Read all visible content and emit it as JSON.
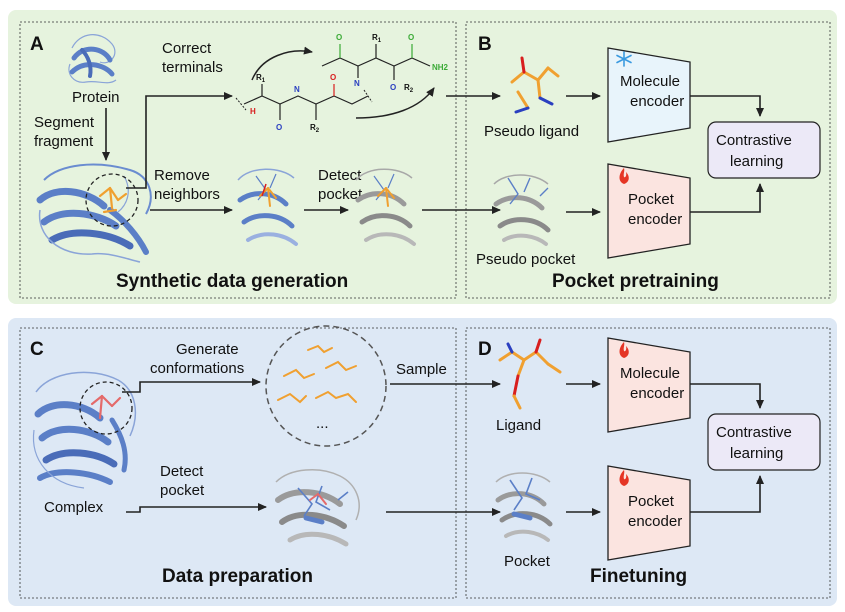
{
  "panels": {
    "A": "A",
    "B": "B",
    "C": "C",
    "D": "D"
  },
  "top": {
    "protein_label": "Protein",
    "segment_label": [
      "Segment",
      "fragment"
    ],
    "correct_label": [
      "Correct",
      "terminals"
    ],
    "remove_label": [
      "Remove",
      "neighbors"
    ],
    "detect_label": [
      "Detect",
      "pocket"
    ],
    "section_title": "Synthetic data generation",
    "pseudo_ligand": "Pseudo ligand",
    "pseudo_pocket": "Pseudo pocket",
    "molecule_encoder": [
      "Molecule",
      "encoder"
    ],
    "pocket_encoder": [
      "Pocket",
      "encoder"
    ],
    "contrastive": [
      "Contrastive",
      "learning"
    ],
    "pretrain_title": "Pocket pretraining",
    "molecule_icon": "snowflake-icon",
    "pocket_icon": "flame-icon"
  },
  "chem": {
    "r1": "R",
    "r1_sub": "1",
    "r2": "R",
    "r2_sub": "2",
    "nh": "H",
    "n": "N",
    "o": "O",
    "nh2": "NH2"
  },
  "bottom": {
    "generate_label": [
      "Generate",
      "conformations"
    ],
    "sample_label": "Sample",
    "ellipsis": "...",
    "complex_label": "Complex",
    "detect_label": [
      "Detect",
      "pocket"
    ],
    "section_title": "Data preparation",
    "ligand_label": "Ligand",
    "pocket_label": "Pocket",
    "molecule_encoder": [
      "Molecule",
      "encoder"
    ],
    "pocket_encoder": [
      "Pocket",
      "encoder"
    ],
    "contrastive": [
      "Contrastive",
      "learning"
    ],
    "finetune_title": "Finetuning",
    "molecule_icon": "flame-icon",
    "pocket_icon": "flame-icon"
  },
  "colors": {
    "top_bg": "#e6f3de",
    "bottom_bg": "#dde8f5",
    "protein_blue": "#5b7fc7",
    "ligand_orange": "#f0a030",
    "molecule_encoder_fill": "#e8f4fb",
    "pocket_encoder_fill": "#fbe4e0",
    "contrastive_fill": "#ece9f7",
    "nitrogen_blue": "#2a3fc0",
    "oxygen_red": "#d81e1e",
    "terminal_green": "#3aaa35",
    "flame_red": "#e53525",
    "snowflake_blue": "#3a9ae0"
  }
}
